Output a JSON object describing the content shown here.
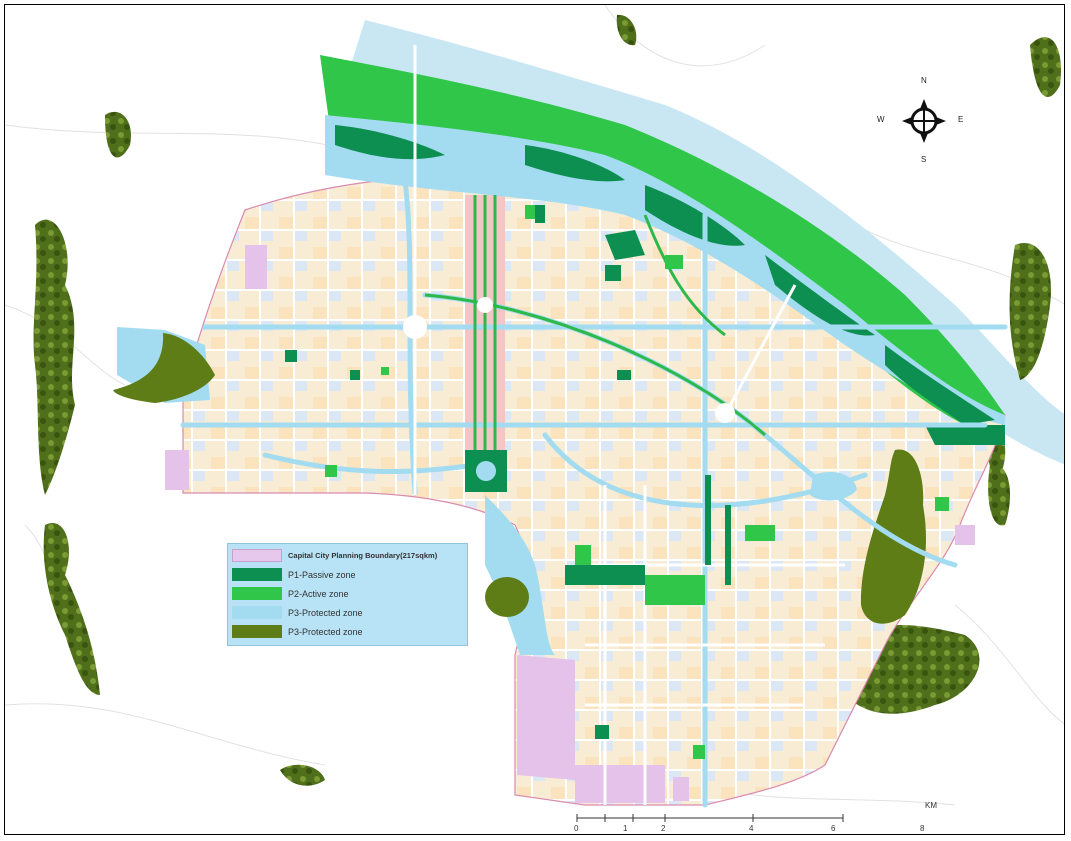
{
  "legend": {
    "items": [
      {
        "label": "Capital City Planning Boundary(217sqkm)",
        "color": "#e6c8ec",
        "border": "#c8a0cc",
        "title": true
      },
      {
        "label": "P1-Passive zone",
        "color": "#0e8f52",
        "border": "#0e8f52",
        "title": false
      },
      {
        "label": "P2-Active zone",
        "color": "#2fc64a",
        "border": "#2fc64a",
        "title": false
      },
      {
        "label": "P3-Protected zone",
        "color": "#a3dcf0",
        "border": "#a3dcf0",
        "title": false
      },
      {
        "label": "P3-Protected zone",
        "color": "#5e7d16",
        "border": "#5e7d16",
        "title": false
      }
    ]
  },
  "compass": {
    "n": "N",
    "s": "S",
    "e": "E",
    "w": "W"
  },
  "scale_bar": {
    "unit": "KM",
    "ticks": [
      "0",
      "1",
      "2",
      "4",
      "6",
      "8"
    ]
  },
  "colors": {
    "urban_base": "#f8ecd4",
    "residential": "#fbe3be",
    "commercial": "#f3c5c5",
    "institutional": "#e4c2ea",
    "passive": "#0e8f52",
    "active": "#2fc64a",
    "water": "#a3dcf0",
    "forest": "#5e7d16",
    "road": "#ffffff"
  }
}
